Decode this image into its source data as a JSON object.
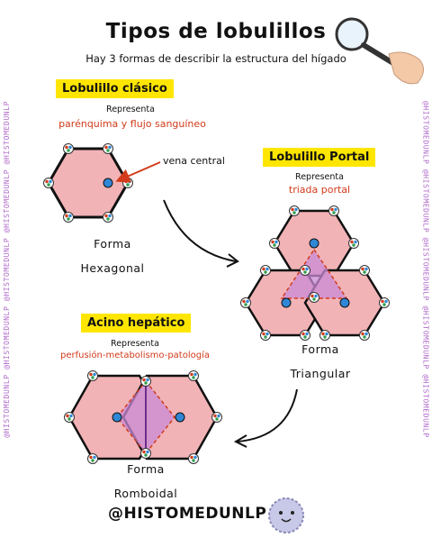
{
  "watermark": "@HISTOMEDUNLP @HISTOMEDUNLP @HISTOMEDUNLP @HISTOMEDUNLP @HISTOMEDUNLP",
  "title": "Tipos de lobulillos",
  "subtitle": "Hay 3 formas de describir la estructura del hígado",
  "classic": {
    "label": "Lobulillo clásico",
    "represents": "Representa",
    "detail": "parénquima y flujo sanguíneo",
    "annotation": "vena central",
    "shape_word": "Forma",
    "shape": "Hexagonal"
  },
  "portal": {
    "label": "Lobulillo Portal",
    "represents": "Representa",
    "detail": "triada portal",
    "shape_word": "Forma",
    "shape": "Triangular"
  },
  "acino": {
    "label": "Acino hepático",
    "represents": "Representa",
    "detail": "perfusión-metabolismo-patología",
    "shape_word": "Forma",
    "shape": "Romboidal"
  },
  "handle": "@HISTOMEDUNLP",
  "colors": {
    "hex_fill": "#f2b3b6",
    "vein": "#2f87d6",
    "highlight_yellow": "#ffe600",
    "portal_purple": "#c98ad6",
    "accent_red": "#d13b1b"
  }
}
